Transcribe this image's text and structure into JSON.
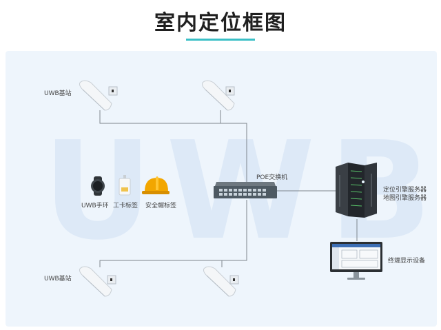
{
  "title": "室内定位框图",
  "watermark": "UWB",
  "labels": {
    "base_station_top": "UWB基站",
    "base_station_bottom": "UWB基站",
    "poe_switch": "POE交换机",
    "server_line1": "定位引擎服务器",
    "server_line2": "地图引擎服务器",
    "terminal": "终端显示设备",
    "wristband": "UWB手环",
    "badge": "工卡标签",
    "helmet": "安全帽标签"
  },
  "colors": {
    "accent": "#39bfc6",
    "panel_bg": "#eef5fc",
    "watermark": "#dde9f7",
    "line": "#7d858c",
    "helmet": "#f2a600"
  },
  "icons": {
    "base_station": "uwb-anchor-icon",
    "switch": "network-switch-icon",
    "server": "server-rack-icon",
    "monitor": "monitor-icon",
    "wristband": "smartwatch-icon",
    "badge": "badge-tag-icon",
    "helmet": "hard-hat-icon"
  }
}
